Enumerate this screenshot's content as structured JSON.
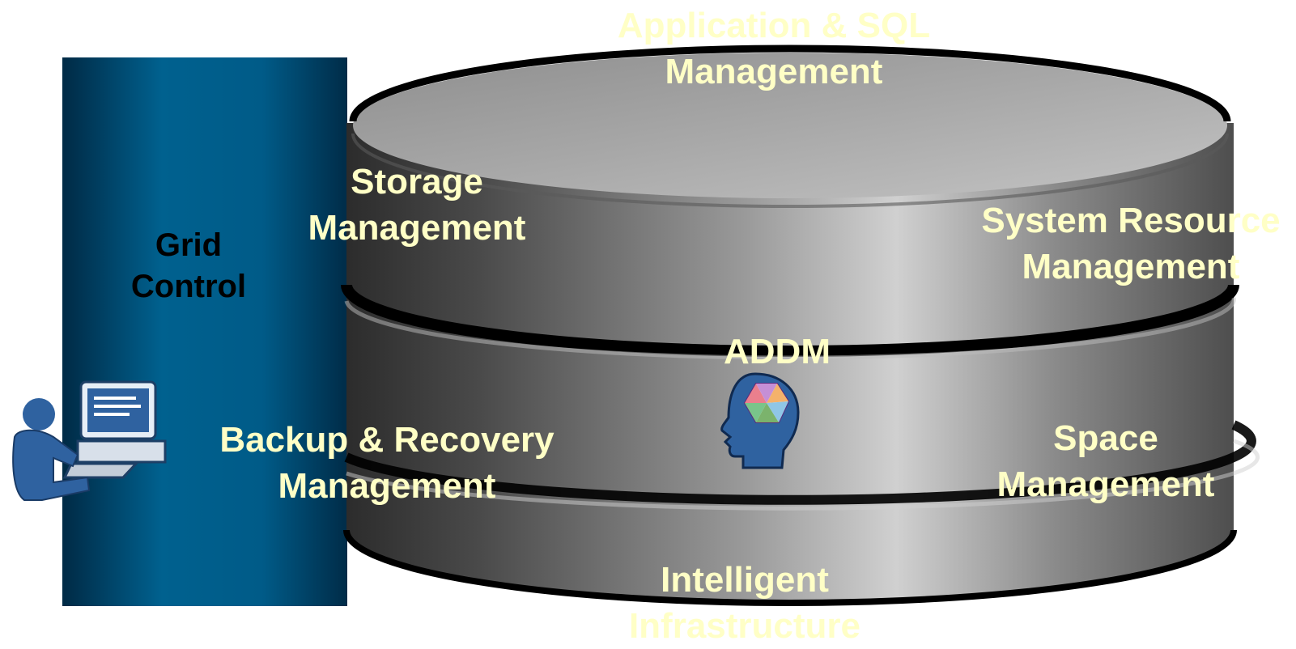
{
  "diagram": {
    "grid_control": {
      "line1": "Grid",
      "line2": "Control"
    },
    "labels": {
      "app_sql": {
        "line1": "Application & SQL",
        "line2": "Management"
      },
      "storage": {
        "line1": "Storage",
        "line2": "Management"
      },
      "system_resource": {
        "line1": "System Resource",
        "line2": "Management"
      },
      "addm": "ADDM",
      "backup": {
        "line1": "Backup & Recovery",
        "line2": "Management"
      },
      "space": {
        "line1": "Space",
        "line2": "Management"
      },
      "intelligent": {
        "line1": "Intelligent",
        "line2": "Infrastructure"
      }
    },
    "icons": {
      "user_computer": "user-at-computer-icon",
      "addm": "brain-head-icon",
      "database": "database-cylinder-icon"
    },
    "colors": {
      "label_text": "#ffffc6",
      "panel_blue": "#005b8c",
      "cylinder_gray": "#7a7a7a"
    }
  }
}
